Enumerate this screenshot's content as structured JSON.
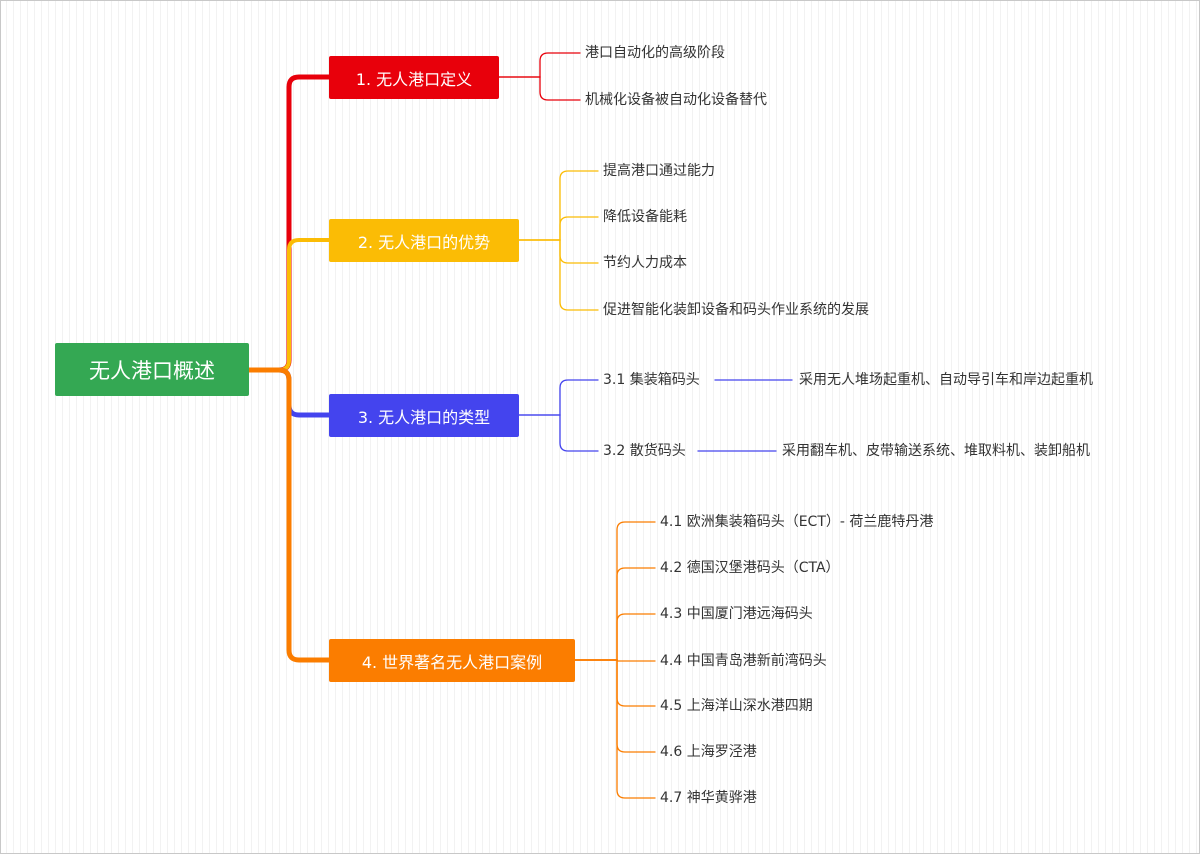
{
  "root": {
    "label": "无人港口概述",
    "color": "#34a853"
  },
  "branches": [
    {
      "label": "1. 无人港口定义",
      "color": "#e8000b",
      "children": [
        {
          "label": "港口自动化的高级阶段"
        },
        {
          "label": "机械化设备被自动化设备替代"
        }
      ]
    },
    {
      "label": "2. 无人港口的优势",
      "color": "#fbbc05",
      "children": [
        {
          "label": "提高港口通过能力"
        },
        {
          "label": "降低设备能耗"
        },
        {
          "label": "节约人力成本"
        },
        {
          "label": "促进智能化装卸设备和码头作业系统的发展"
        }
      ]
    },
    {
      "label": "3. 无人港口的类型",
      "color": "#4444ee",
      "children": [
        {
          "label": "3.1 集装箱码头",
          "detail": "采用无人堆场起重机、自动导引车和岸边起重机"
        },
        {
          "label": "3.2 散货码头",
          "detail": "采用翻车机、皮带输送系统、堆取料机、装卸船机"
        }
      ]
    },
    {
      "label": "4. 世界著名无人港口案例",
      "color": "#fb7d00",
      "children": [
        {
          "label": "4.1 欧洲集装箱码头（ECT）- 荷兰鹿特丹港"
        },
        {
          "label": "4.2 德国汉堡港码头（CTA）"
        },
        {
          "label": "4.3 中国厦门港远海码头"
        },
        {
          "label": "4.4 中国青岛港新前湾码头"
        },
        {
          "label": "4.5 上海洋山深水港四期"
        },
        {
          "label": "4.6 上海罗泾港"
        },
        {
          "label": "4.7 神华黄骅港"
        }
      ]
    }
  ]
}
